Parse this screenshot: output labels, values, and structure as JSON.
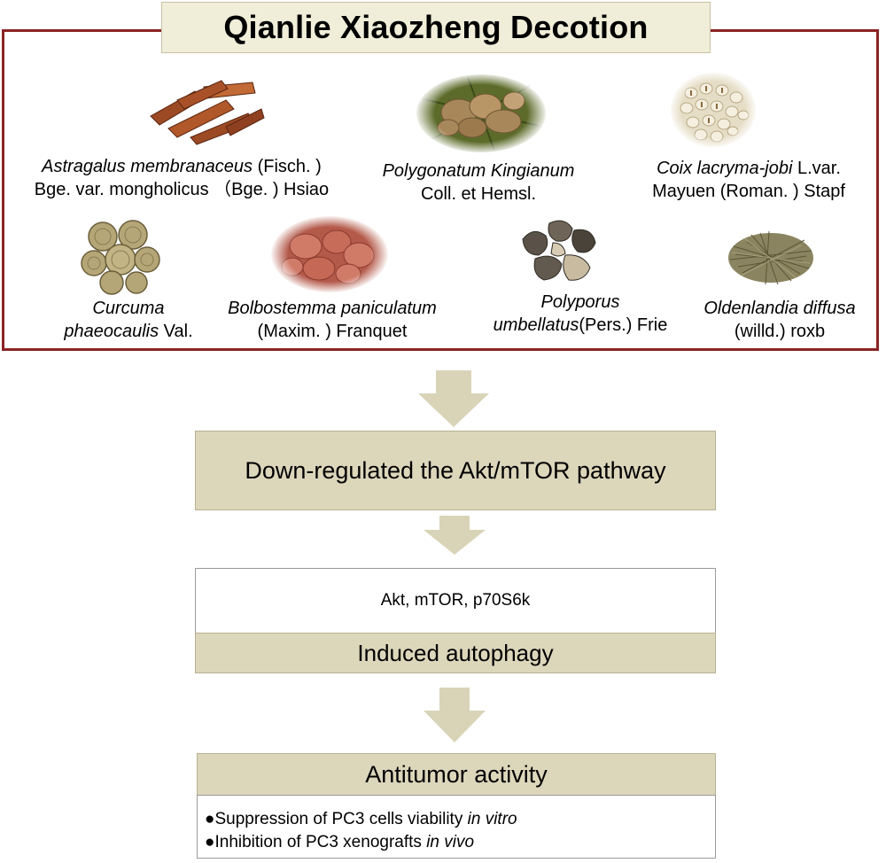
{
  "title": "Qianlie Xiaozheng Decotion",
  "herbs": [
    {
      "icon": "astragalus-root-slices-image",
      "line1_italic": "Astragalus membranaceus",
      "line1_rest": " (Fisch. )",
      "line2": "Bge. var. mongholicus （Bge. ) Hsiao"
    },
    {
      "icon": "polygonatum-rhizome-image",
      "line1_italic": "Polygonatum Kingianum",
      "line1_rest": "",
      "line2": "Coll. et Hemsl."
    },
    {
      "icon": "coix-seeds-image",
      "line1_italic": "Coix lacryma-jobi",
      "line1_rest": " L.var.",
      "line2": "Mayuen (Roman. ) Stapf"
    },
    {
      "icon": "curcuma-slices-image",
      "line1_italic": "Curcuma",
      "line1_rest": "",
      "line2_italic": "phaeocaulis",
      "line2": " Val."
    },
    {
      "icon": "bolbostemma-tubers-image",
      "line1_italic": "Bolbostemma paniculatum",
      "line1_rest": "",
      "line2": "(Maxim. ) Franquet"
    },
    {
      "icon": "polyporus-sclerotia-image",
      "line1_italic": "Polyporus",
      "line1_rest": "",
      "line2_italic": "umbellatus",
      "line2": "(Pers.) Frie"
    },
    {
      "icon": "oldenlandia-herb-image",
      "line1_italic": "Oldenlandia diffusa",
      "line1_rest": "",
      "line2": "(willd.) roxb"
    }
  ],
  "pathway": {
    "label": "Down-regulated the Akt/mTOR pathway"
  },
  "targets": {
    "label": "Akt, mTOR, p70S6k"
  },
  "autophagy": {
    "label": "Induced autophagy"
  },
  "antitumor": {
    "label": "Antitumor activity",
    "bullet": "●",
    "items": [
      {
        "text": "Suppression of PC3 cells viability ",
        "italic": "in vitro"
      },
      {
        "text": "Inhibition of PC3 xenografts ",
        "italic": "in vivo"
      }
    ]
  },
  "colors": {
    "border_red": "#8b2323",
    "beige": "#dcd6bb",
    "title_fill": "#f0edd9",
    "arrow": "#d9d4b8"
  }
}
